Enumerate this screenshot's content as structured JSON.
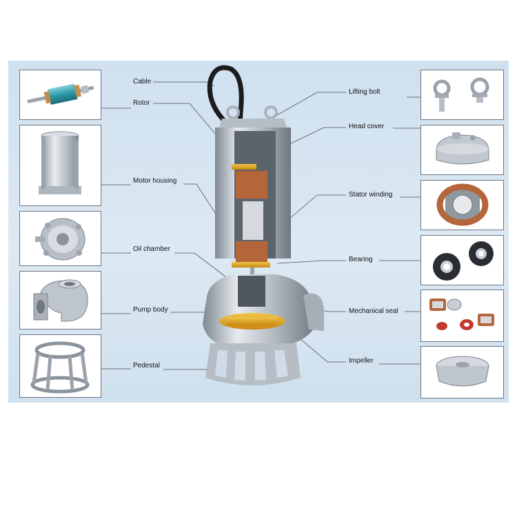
{
  "labels": {
    "cable": "Cable",
    "rotor": "Rotor",
    "motor_housing": "Motor housing",
    "oil_chamber": "Oil chamber",
    "pump_body": "Pump body",
    "pedestal": "Pedestal",
    "lifting_bolt": "Lifting bolt",
    "head_cover": "Head cover",
    "stator_winding": "Stator winding",
    "bearing": "Bearing",
    "mechanical_seal": "Mechanical seal",
    "impeller": "Impeller"
  },
  "colors": {
    "background_panel": "#d6e4f1",
    "steel": "#c2c8cf",
    "copper": "#b5653a",
    "impeller_gold": "#e3a41c",
    "rotor_teal": "#3aa6b2",
    "cable_black": "#1c1c1c",
    "leader_line": "#4a4f57"
  },
  "icons": {
    "left": [
      "rotor-icon",
      "motor-housing-icon",
      "oil-chamber-icon",
      "pump-body-icon",
      "pedestal-icon"
    ],
    "right": [
      "lifting-bolt-icon",
      "head-cover-icon",
      "stator-winding-icon",
      "bearing-icon",
      "mechanical-seal-icon",
      "impeller-icon"
    ]
  }
}
